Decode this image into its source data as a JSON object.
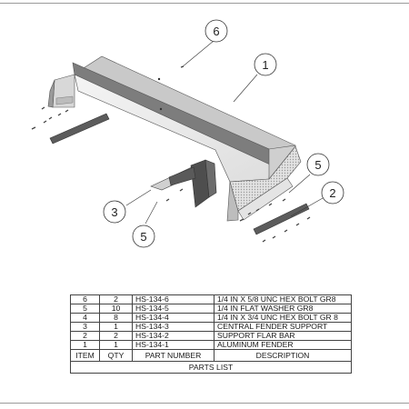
{
  "callouts": [
    "6",
    "1",
    "5",
    "2",
    "3",
    "5"
  ],
  "parts_list": {
    "rows": [
      {
        "item": "6",
        "qty": "2",
        "part_number": "HS-134-6",
        "description": "1/4 IN X 5/8 UNC HEX BOLT GR8"
      },
      {
        "item": "5",
        "qty": "10",
        "part_number": "HS-134-5",
        "description": "1/4 IN FLAT WASHER GR8"
      },
      {
        "item": "4",
        "qty": "8",
        "part_number": "HS-134-4",
        "description": "1/4 IN X 3/4 UNC HEX BOLT GR 8"
      },
      {
        "item": "3",
        "qty": "1",
        "part_number": "HS-134-3",
        "description": "CENTRAL FENDER SUPPORT"
      },
      {
        "item": "2",
        "qty": "2",
        "part_number": "HS-134-2",
        "description": "SUPPORT FLAR BAR"
      },
      {
        "item": "1",
        "qty": "1",
        "part_number": "HS-134-1",
        "description": "ALUMINUM FENDER"
      }
    ],
    "headers": {
      "item": "ITEM",
      "qty": "QTY",
      "part_number": "PART NUMBER",
      "description": "DESCRIPTION"
    },
    "caption": "PARTS LIST"
  }
}
